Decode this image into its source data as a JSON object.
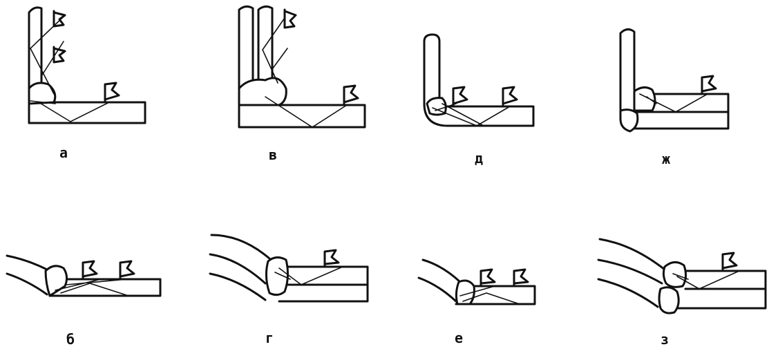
{
  "panels": [
    {
      "id": "a",
      "label": "а"
    },
    {
      "id": "v",
      "label": "в"
    },
    {
      "id": "d",
      "label": "д"
    },
    {
      "id": "zh",
      "label": "ж"
    },
    {
      "id": "b",
      "label": "б"
    },
    {
      "id": "g",
      "label": "г"
    },
    {
      "id": "e",
      "label": "е"
    },
    {
      "id": "z",
      "label": "з"
    }
  ]
}
